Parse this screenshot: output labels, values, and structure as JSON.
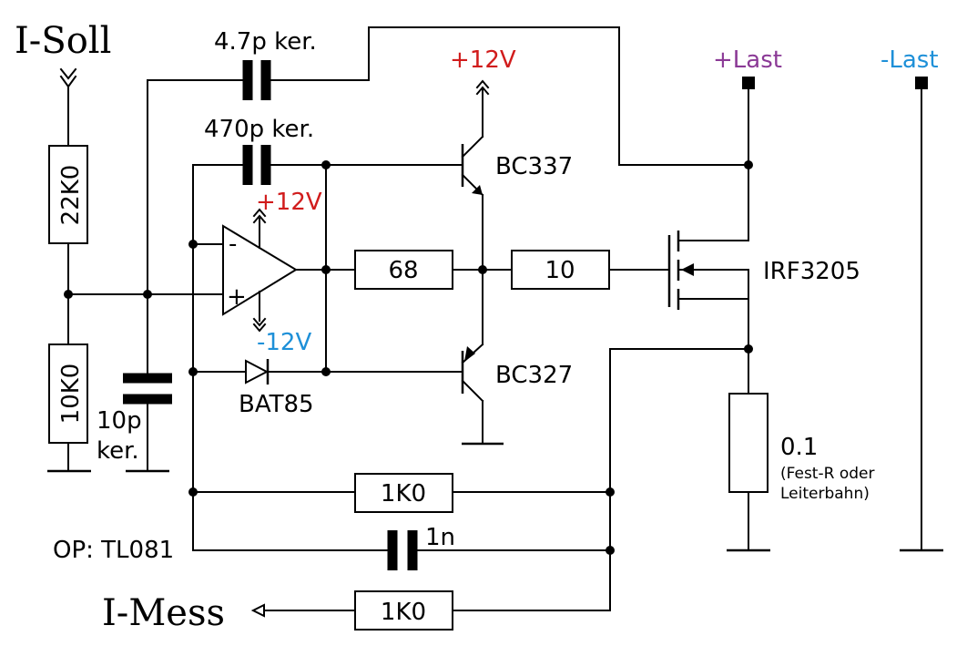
{
  "labels": {
    "i_soll": "I-Soll",
    "i_mess": "I-Mess",
    "plus_last": "+Last",
    "minus_last": "-Last",
    "plus12_top": "+12V",
    "plus12_op": "+12V",
    "minus12_op": "-12V",
    "op_note": "OP: TL081"
  },
  "components": {
    "c_47p": "4.7p ker.",
    "c_470p": "470p ker.",
    "c_10p_a": "10p",
    "c_10p_b": "ker.",
    "c_1n": "1n",
    "r_22k": "22K0",
    "r_10k": "10K0",
    "r_68": "68",
    "r_10": "10",
    "r_1k_fb": "1K0",
    "r_1k_mess": "1K0",
    "r_shunt": "0.1",
    "r_shunt_note1": "(Fest-R oder",
    "r_shunt_note2": "Leiterbahn)",
    "diode": "BAT85",
    "q_npn": "BC337",
    "q_pnp": "BC327",
    "mosfet": "IRF3205",
    "opamp_minus": "-",
    "opamp_plus": "+"
  },
  "colors": {
    "positive_supply": "#d11c1c",
    "negative_supply": "#1e90d8",
    "plus_last": "#8b3a96",
    "minus_last": "#1e90d8",
    "wire": "#000000"
  }
}
